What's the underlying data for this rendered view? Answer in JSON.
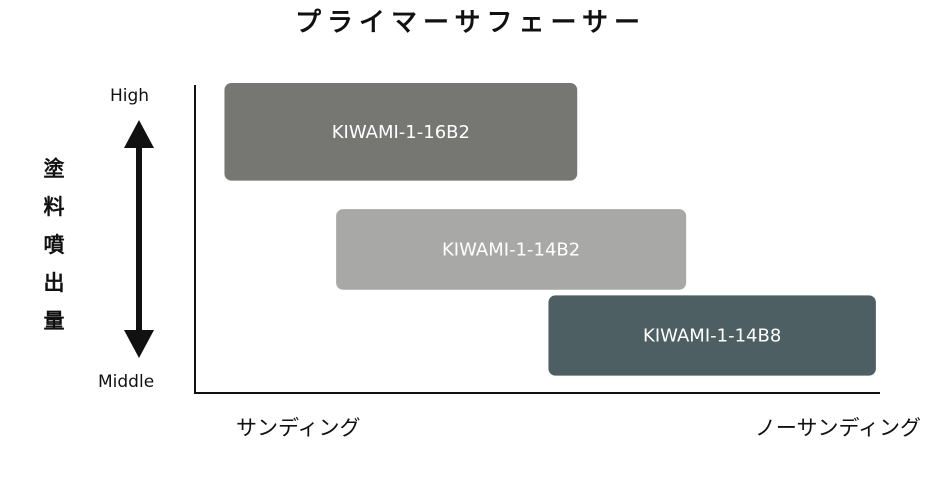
{
  "chart_data": {
    "type": "range-bar",
    "title": "プライマーサフェーサー",
    "ylabel": "塗料噴出量",
    "y_ticks": [
      "High",
      "Middle"
    ],
    "x_ticks": [
      "サンディング",
      "ノーサンディング"
    ],
    "xlim": [
      0,
      1
    ],
    "ylim": [
      0,
      1
    ],
    "series": [
      {
        "name": "KIWAMI-1-16B2",
        "x_start": 0.043,
        "x_end": 0.558,
        "y_start": 0.685,
        "y_end": 1.0,
        "color": "#767772"
      },
      {
        "name": "KIWAMI-1-14B2",
        "x_start": 0.206,
        "x_end": 0.717,
        "y_start": 0.333,
        "y_end": 0.593,
        "color": "#a8a8a6"
      },
      {
        "name": "KIWAMI-1-14B8",
        "x_start": 0.516,
        "x_end": 0.994,
        "y_start": 0.056,
        "y_end": 0.315,
        "color": "#4d5f63"
      }
    ]
  }
}
